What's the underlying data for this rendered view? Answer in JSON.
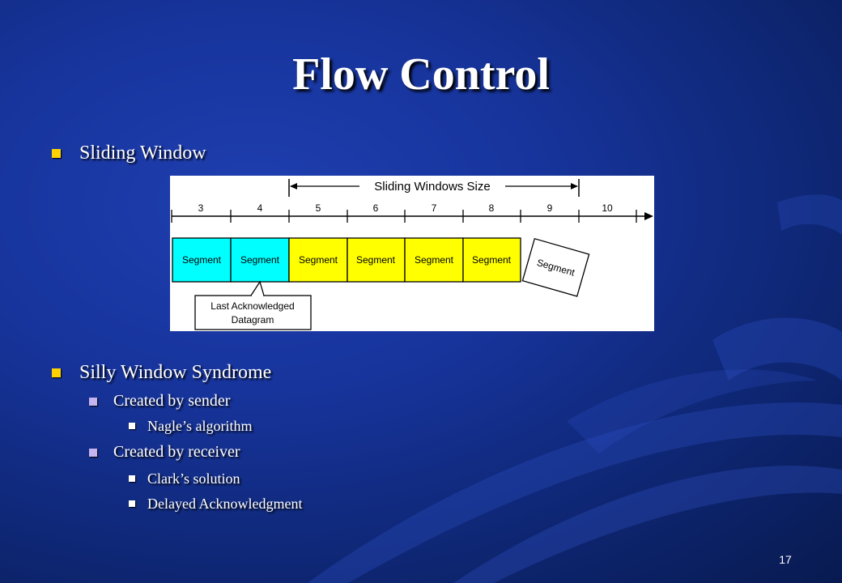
{
  "slide": {
    "title": "Flow Control",
    "page_number": "17"
  },
  "bullets": {
    "sliding_window": "Sliding Window",
    "silly_window": "Silly Window Syndrome",
    "created_by_sender": "Created by sender",
    "nagle": "Nagle’s algorithm",
    "created_by_receiver": "Created by receiver",
    "clark": "Clark’s solution",
    "delayed_ack": "Delayed Acknowledgment"
  },
  "diagram": {
    "window_label": "Sliding Windows Size",
    "ticks": [
      "3",
      "4",
      "5",
      "6",
      "7",
      "8",
      "9",
      "10"
    ],
    "segments": [
      {
        "label": "Segment",
        "state": "acknowledged"
      },
      {
        "label": "Segment",
        "state": "acknowledged"
      },
      {
        "label": "Segment",
        "state": "in-window"
      },
      {
        "label": "Segment",
        "state": "in-window"
      },
      {
        "label": "Segment",
        "state": "in-window"
      },
      {
        "label": "Segment",
        "state": "in-window"
      },
      {
        "label": "Segment",
        "state": "outside-window"
      }
    ],
    "callout_line1": "Last Acknowledged",
    "callout_line2": "Datagram",
    "colors": {
      "acknowledged": "#00ffff",
      "in_window": "#ffff00",
      "outside_window": "#ffffff",
      "background": "#ffffff"
    }
  },
  "theme": {
    "background": "#17349c",
    "bullet_level1": "#ffd200",
    "bullet_level2": "#c6b4f0",
    "bullet_level3": "#ffffff"
  }
}
